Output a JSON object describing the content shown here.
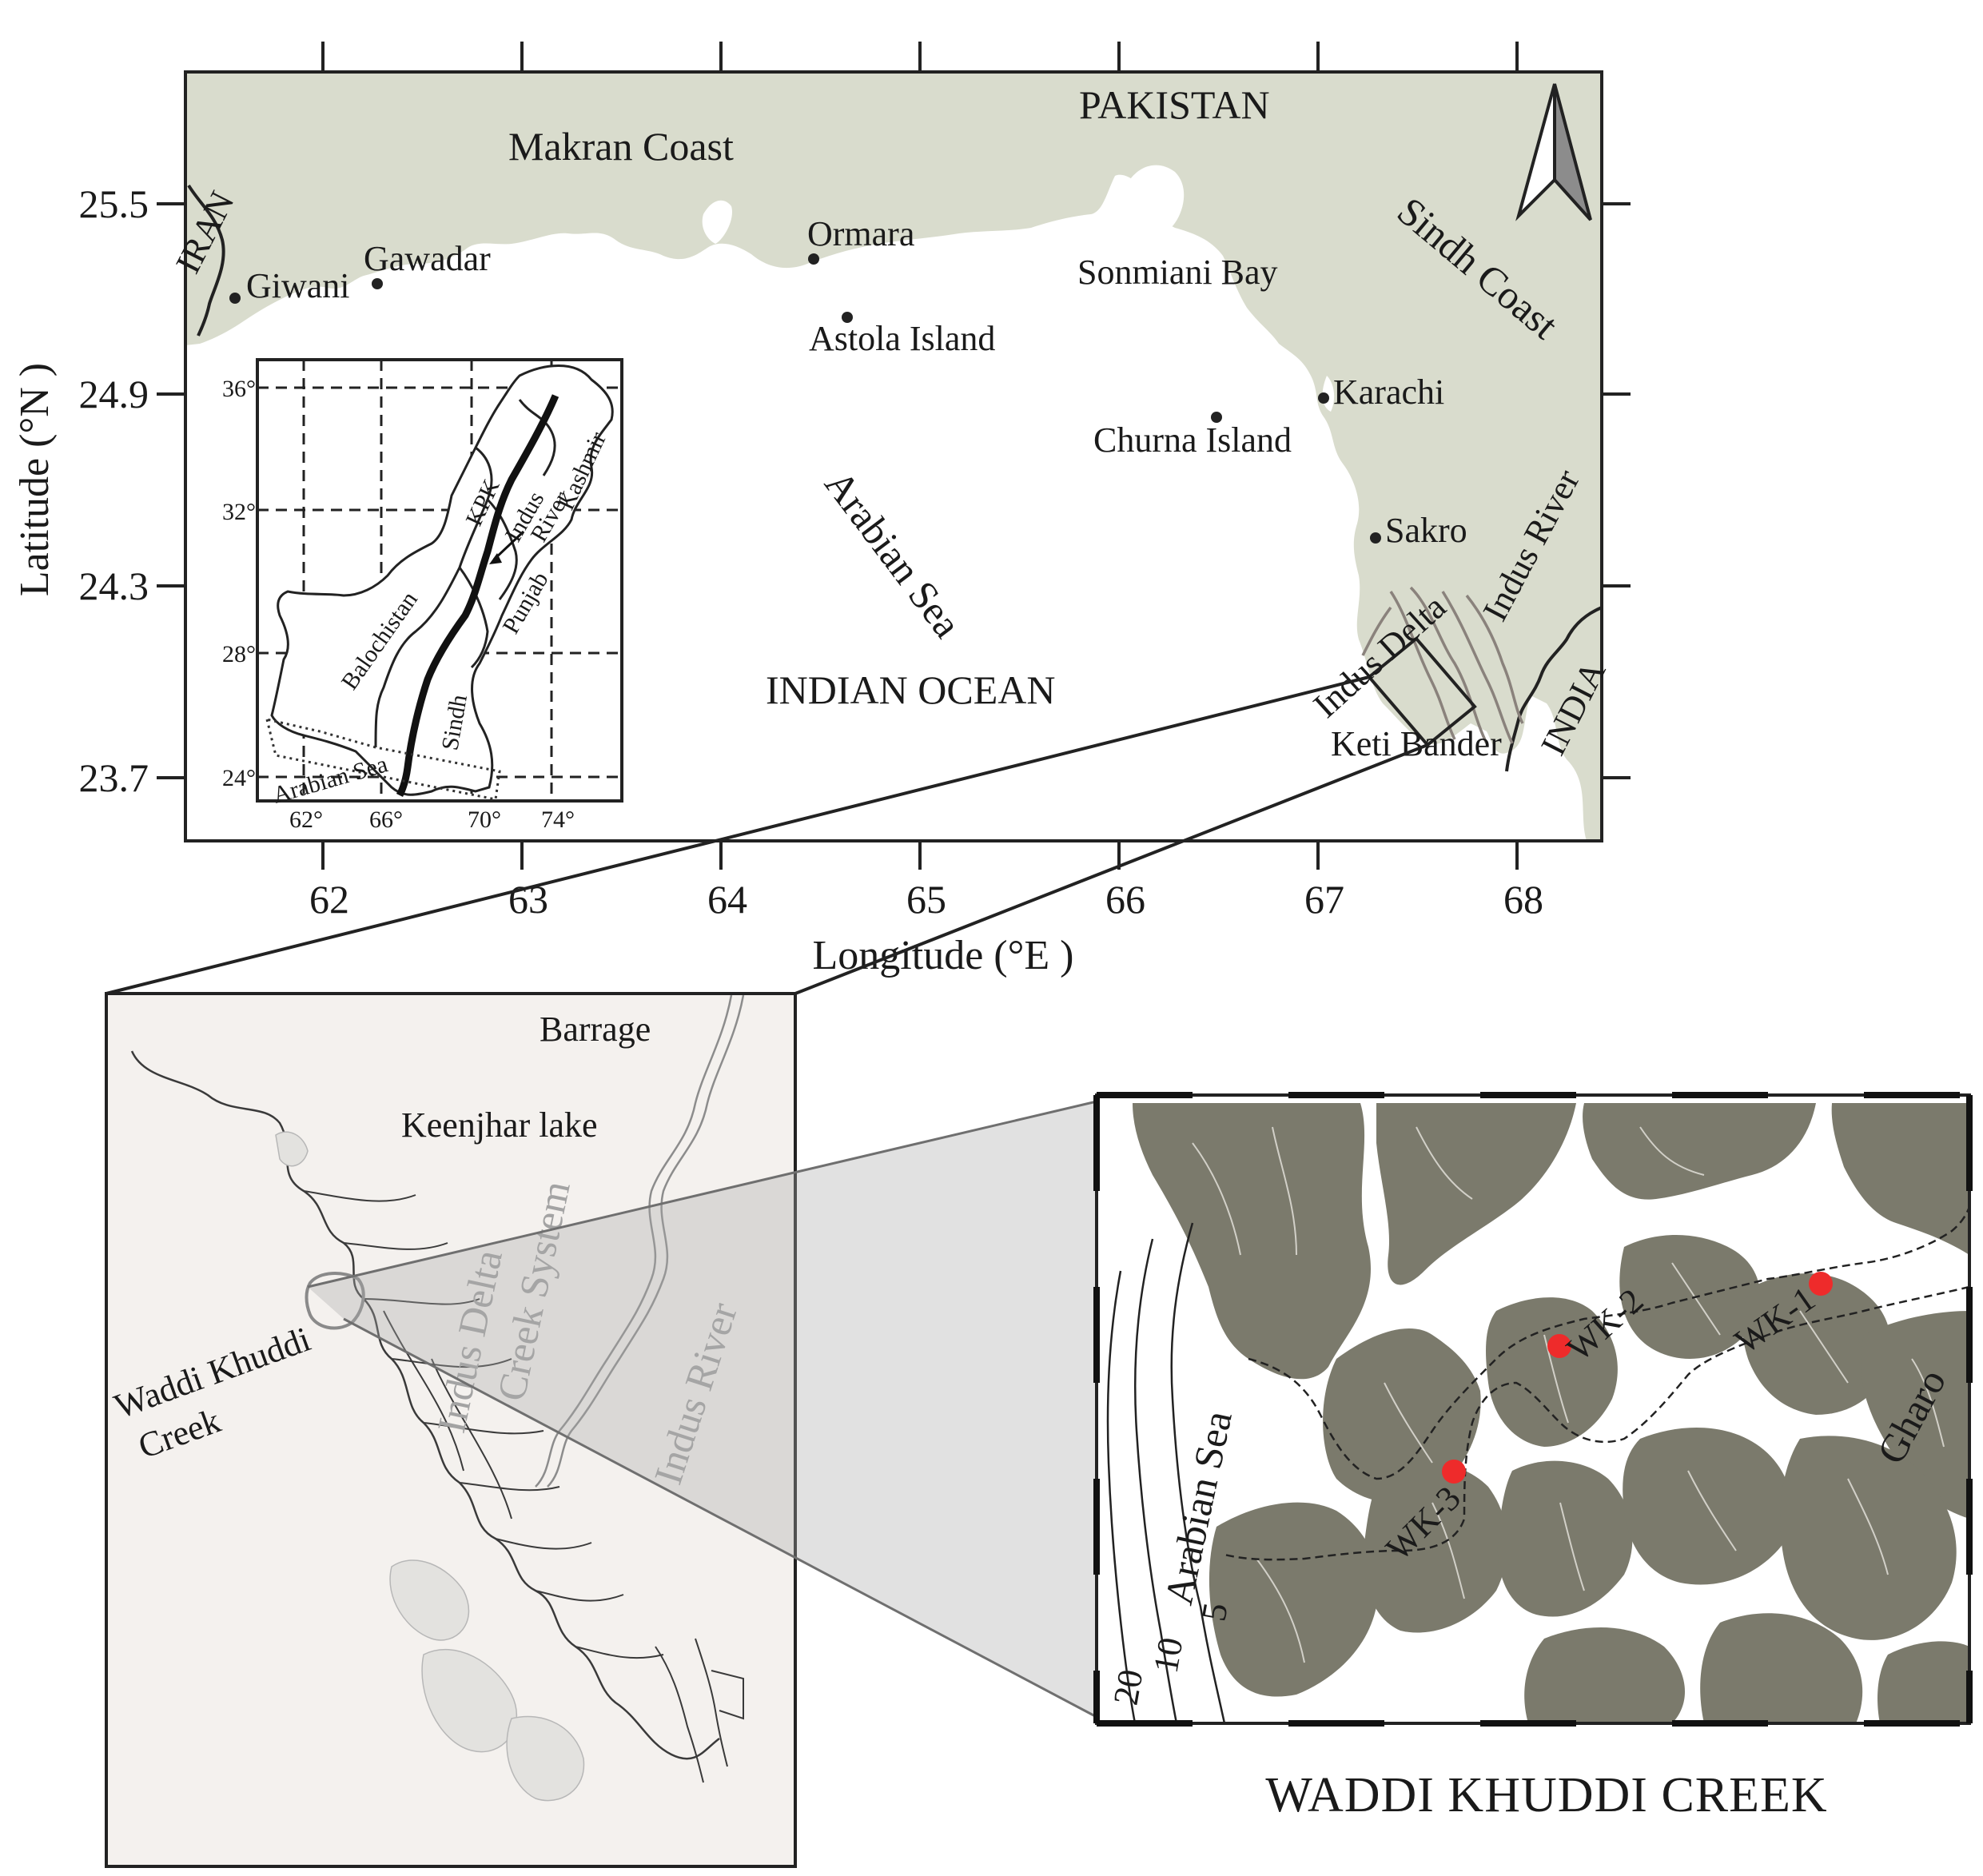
{
  "main_map": {
    "countries": {
      "pakistan": "PAKISTAN",
      "iran": "IRAN",
      "india": "INDIA"
    },
    "regions": {
      "makran": "Makran Coast",
      "sindh": "Sindh Coast"
    },
    "water": {
      "arabian_sea": "Arabian Sea",
      "indian_ocean": "INDIAN OCEAN",
      "sonmiani": "Sonmiani Bay"
    },
    "places": {
      "giwani": "Giwani",
      "gawadar": "Gawadar",
      "ormara": "Ormara",
      "astola": "Astola Island",
      "churna": "Churna Island",
      "karachi": "Karachi",
      "sakro": "Sakro",
      "keti": "Keti Bander",
      "delta": "Indus Delta",
      "river": "Indus River"
    },
    "axes": {
      "xlabel": "Longitude (°E )",
      "ylabel": "Latitude (°N )",
      "x_ticks": [
        "62",
        "63",
        "64",
        "65",
        "66",
        "67",
        "68"
      ],
      "y_ticks": [
        "25.5",
        "24.9",
        "24.3",
        "23.7"
      ]
    }
  },
  "inset": {
    "x_ticks": [
      "62°",
      "66°",
      "70°",
      "74°"
    ],
    "y_ticks": [
      "36°",
      "32°",
      "28°",
      "24°"
    ],
    "provinces": {
      "balochistan": "Balochistan",
      "kpk": "KPK",
      "punjab": "Punjab",
      "sindh": "Sindh",
      "kashmir": "Kashmir"
    },
    "indus_line1": "Indus",
    "indus_line2": "River",
    "arabian_sea": "Arabian Sea"
  },
  "middle_map": {
    "barrage": "Barrage",
    "keenjhar": "Keenjhar lake",
    "creek_line1": "Waddi Khuddi",
    "creek_line2": "Creek",
    "system_line1": "Indus Delta",
    "system_line2": "Creek System",
    "river": "Indus River"
  },
  "detail_map": {
    "title": "WADDI KHUDDI CREEK",
    "arabian_sea": "Arabian Sea",
    "gharo": "Gharo",
    "contours": [
      "5",
      "10",
      "20"
    ],
    "stations": [
      {
        "label": "WK-1",
        "lon_frac": 0.83,
        "lat_frac": 0.3
      },
      {
        "label": "WK-2",
        "lon_frac": 0.53,
        "lat_frac": 0.4
      },
      {
        "label": "WK-3",
        "lon_frac": 0.41,
        "lat_frac": 0.6
      }
    ]
  },
  "colors": {
    "land": "#d9dccd",
    "mangrove": "#7b7a6c",
    "middle_bg": "#f4f1ee",
    "station": "#ee2b2b",
    "frame": "#222222"
  }
}
